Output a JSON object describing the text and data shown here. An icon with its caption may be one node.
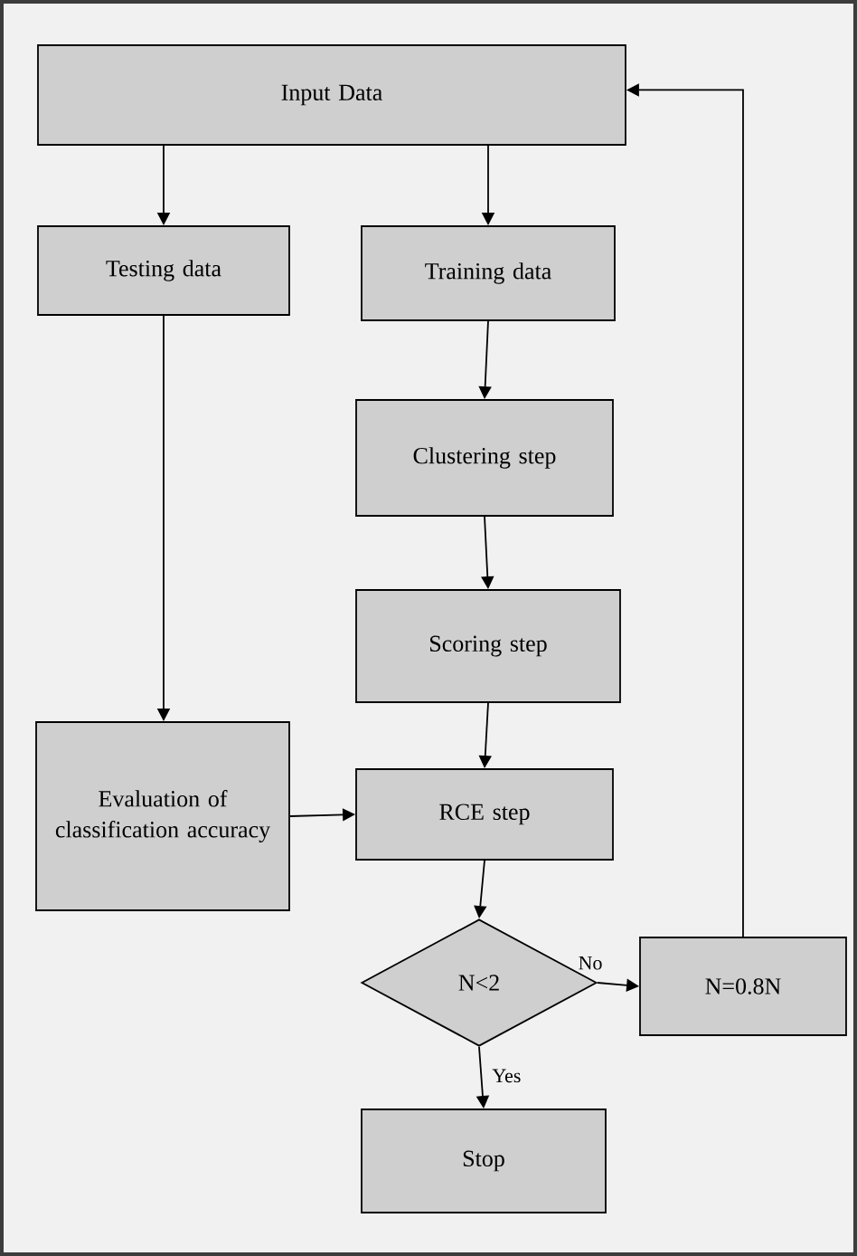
{
  "diagram": {
    "nodes": [
      {
        "text": [
          "Input Data"
        ]
      },
      {
        "text": [
          "Testing data"
        ]
      },
      {
        "text": [
          "Training data"
        ]
      },
      {
        "text": [
          "Clustering step"
        ]
      },
      {
        "text": [
          "Scoring step"
        ]
      },
      {
        "text": [
          "Evaluation of classification accuracy"
        ]
      },
      {
        "text": [
          "RCE step"
        ]
      },
      {
        "text": [
          "N<2"
        ]
      },
      {
        "text": [
          "N=0.8N"
        ]
      },
      {
        "text": [
          "Stop"
        ]
      }
    ],
    "edges": [
      {
        "from": 0,
        "to": 1,
        "arrow": "to"
      },
      {
        "from": 0,
        "to": 2,
        "arrow": "to"
      },
      {
        "from": 2,
        "to": 3,
        "arrow": "to"
      },
      {
        "from": 3,
        "to": 4,
        "arrow": "to"
      },
      {
        "from": 1,
        "to": 5,
        "arrow": "to"
      },
      {
        "from": 4,
        "to": 6,
        "arrow": "to"
      },
      {
        "from": 5,
        "to": 6,
        "arrow": "to"
      },
      {
        "from": 6,
        "to": 7,
        "arrow": "to"
      },
      {
        "from": 7,
        "to": 8,
        "arrow": "to",
        "label": "No"
      },
      {
        "from": 7,
        "to": 9,
        "arrow": "to",
        "label": "Yes"
      },
      {
        "from": 8,
        "to": 0,
        "arrow": "to"
      }
    ]
  }
}
